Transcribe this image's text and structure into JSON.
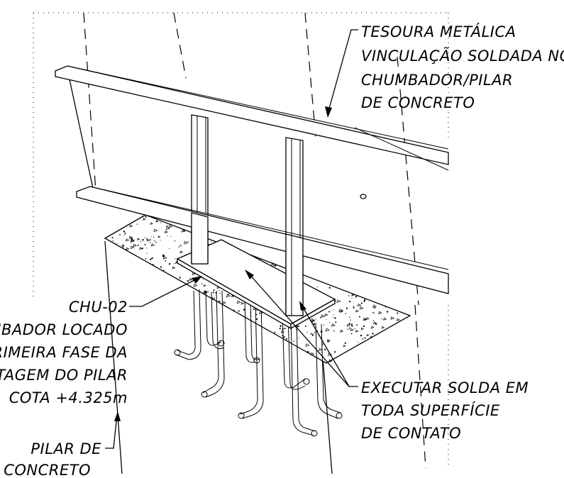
{
  "labels": {
    "tesoura": [
      "TESOURA METÁLICA",
      "VINCULAÇÃO SOLDADA NO",
      "CHUMBADOR/PILAR",
      "DE CONCRETO"
    ],
    "chumbador": [
      "CHU-02",
      "UMBADOR LOCADO",
      "PRIMEIRA FASE DA",
      "ETAGEM DO PILAR",
      "COTA +4.325m"
    ],
    "solda": [
      "EXECUTAR SOLDA EM",
      "TODA SUPERFÍCIE",
      "DE CONTATO"
    ],
    "pilar": [
      "PILAR DE",
      "CONCRETO"
    ]
  }
}
